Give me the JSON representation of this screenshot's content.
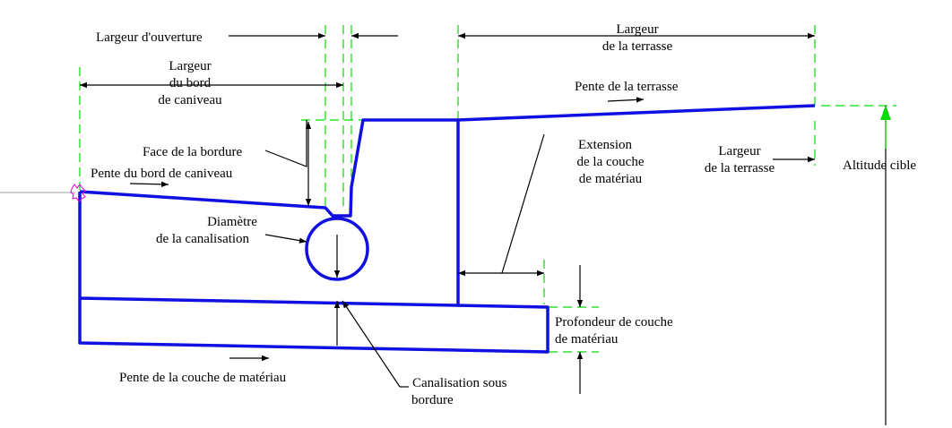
{
  "diagram": {
    "title": "Largeur d'ouverture",
    "labels": {
      "largeur_ouverture": "Largeur d'ouverture",
      "largeur_terrasse_top_1": "Largeur",
      "largeur_terrasse_top_2": "de la terrasse",
      "largeur_bord_1": "Largeur",
      "largeur_bord_2": "du bord",
      "largeur_bord_3": "de caniveau",
      "pente_terrasse": "Pente de la terrasse",
      "face_bordure": "Face de la bordure",
      "pente_bord": "Pente du bord de caniveau",
      "extension_1": "Extension",
      "extension_2": "de la couche",
      "extension_3": "de matériau",
      "largeur_terrasse_mid_1": "Largeur",
      "largeur_terrasse_mid_2": "de la terrasse",
      "altitude_cible": "Altitude cible",
      "diametre_1": "Diamètre",
      "diametre_2": "de la canalisation",
      "profondeur_1": "Profondeur de couche",
      "profondeur_2": "de matériau",
      "pente_couche": "Pente de la couche de matériau",
      "canalisation_1": "Canalisation sous",
      "canalisation_2": "bordure"
    },
    "colors": {
      "outline": "#1010e0",
      "guide": "#00dd00",
      "annotation": "#000000",
      "marker": "#e000e0",
      "leader": "#a0a0a0"
    }
  }
}
